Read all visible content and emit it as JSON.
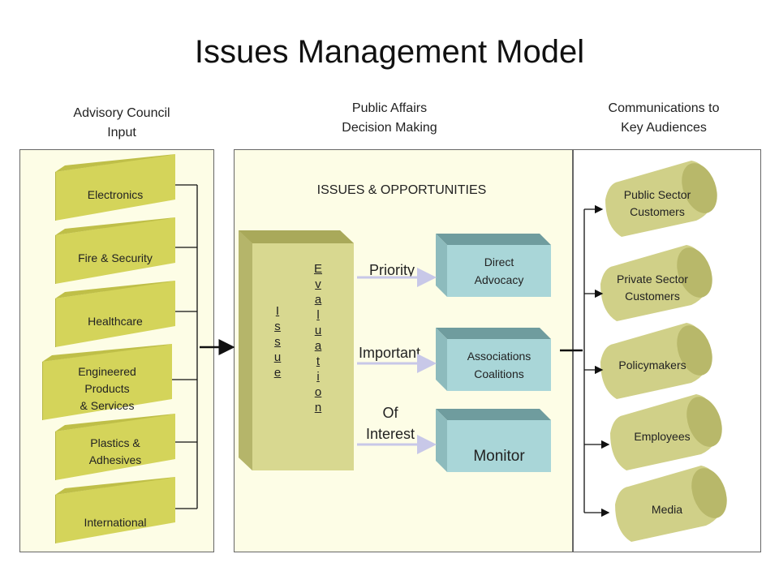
{
  "title": "Issues Management Model",
  "columns": {
    "left_heading": "Advisory Council\nInput",
    "middle_heading": "Public Affairs\nDecision Making",
    "right_heading": "Communications to\nKey Audiences"
  },
  "advisory_council": [
    "Electronics",
    "Fire & Security",
    "Healthcare",
    "Engineered\nProducts\n& Services",
    "Plastics &\nAdhesives",
    "International"
  ],
  "decision": {
    "heading": "ISSUES & OPPORTUNITIES",
    "issue_letters": [
      "I",
      "s",
      "s",
      "u",
      "e"
    ],
    "evaluation_letters": [
      "E",
      "v",
      "a",
      "l",
      "u",
      "a",
      "t",
      "i",
      "o",
      "n"
    ],
    "rows": [
      {
        "label": "Priority",
        "box": "Direct\nAdvocacy"
      },
      {
        "label": "Important",
        "box": "Associations\nCoalitions"
      },
      {
        "label": "Of\nInterest",
        "box": "Monitor"
      }
    ]
  },
  "audiences": [
    "Public Sector\nCustomers",
    "Private Sector\nCustomers",
    "Policymakers",
    "Employees",
    "Media"
  ],
  "colors": {
    "box_front": "#d4d45a",
    "box_top": "#bfbf48",
    "panel_fill": "#fdfde6",
    "opp_front": "#a9d6d8",
    "opp_top": "#6f9c9e",
    "audience_fill": "#d0d088",
    "audience_end": "#b8b86a",
    "connector": "#111111",
    "arrow_faint": "#c8c8e8"
  }
}
